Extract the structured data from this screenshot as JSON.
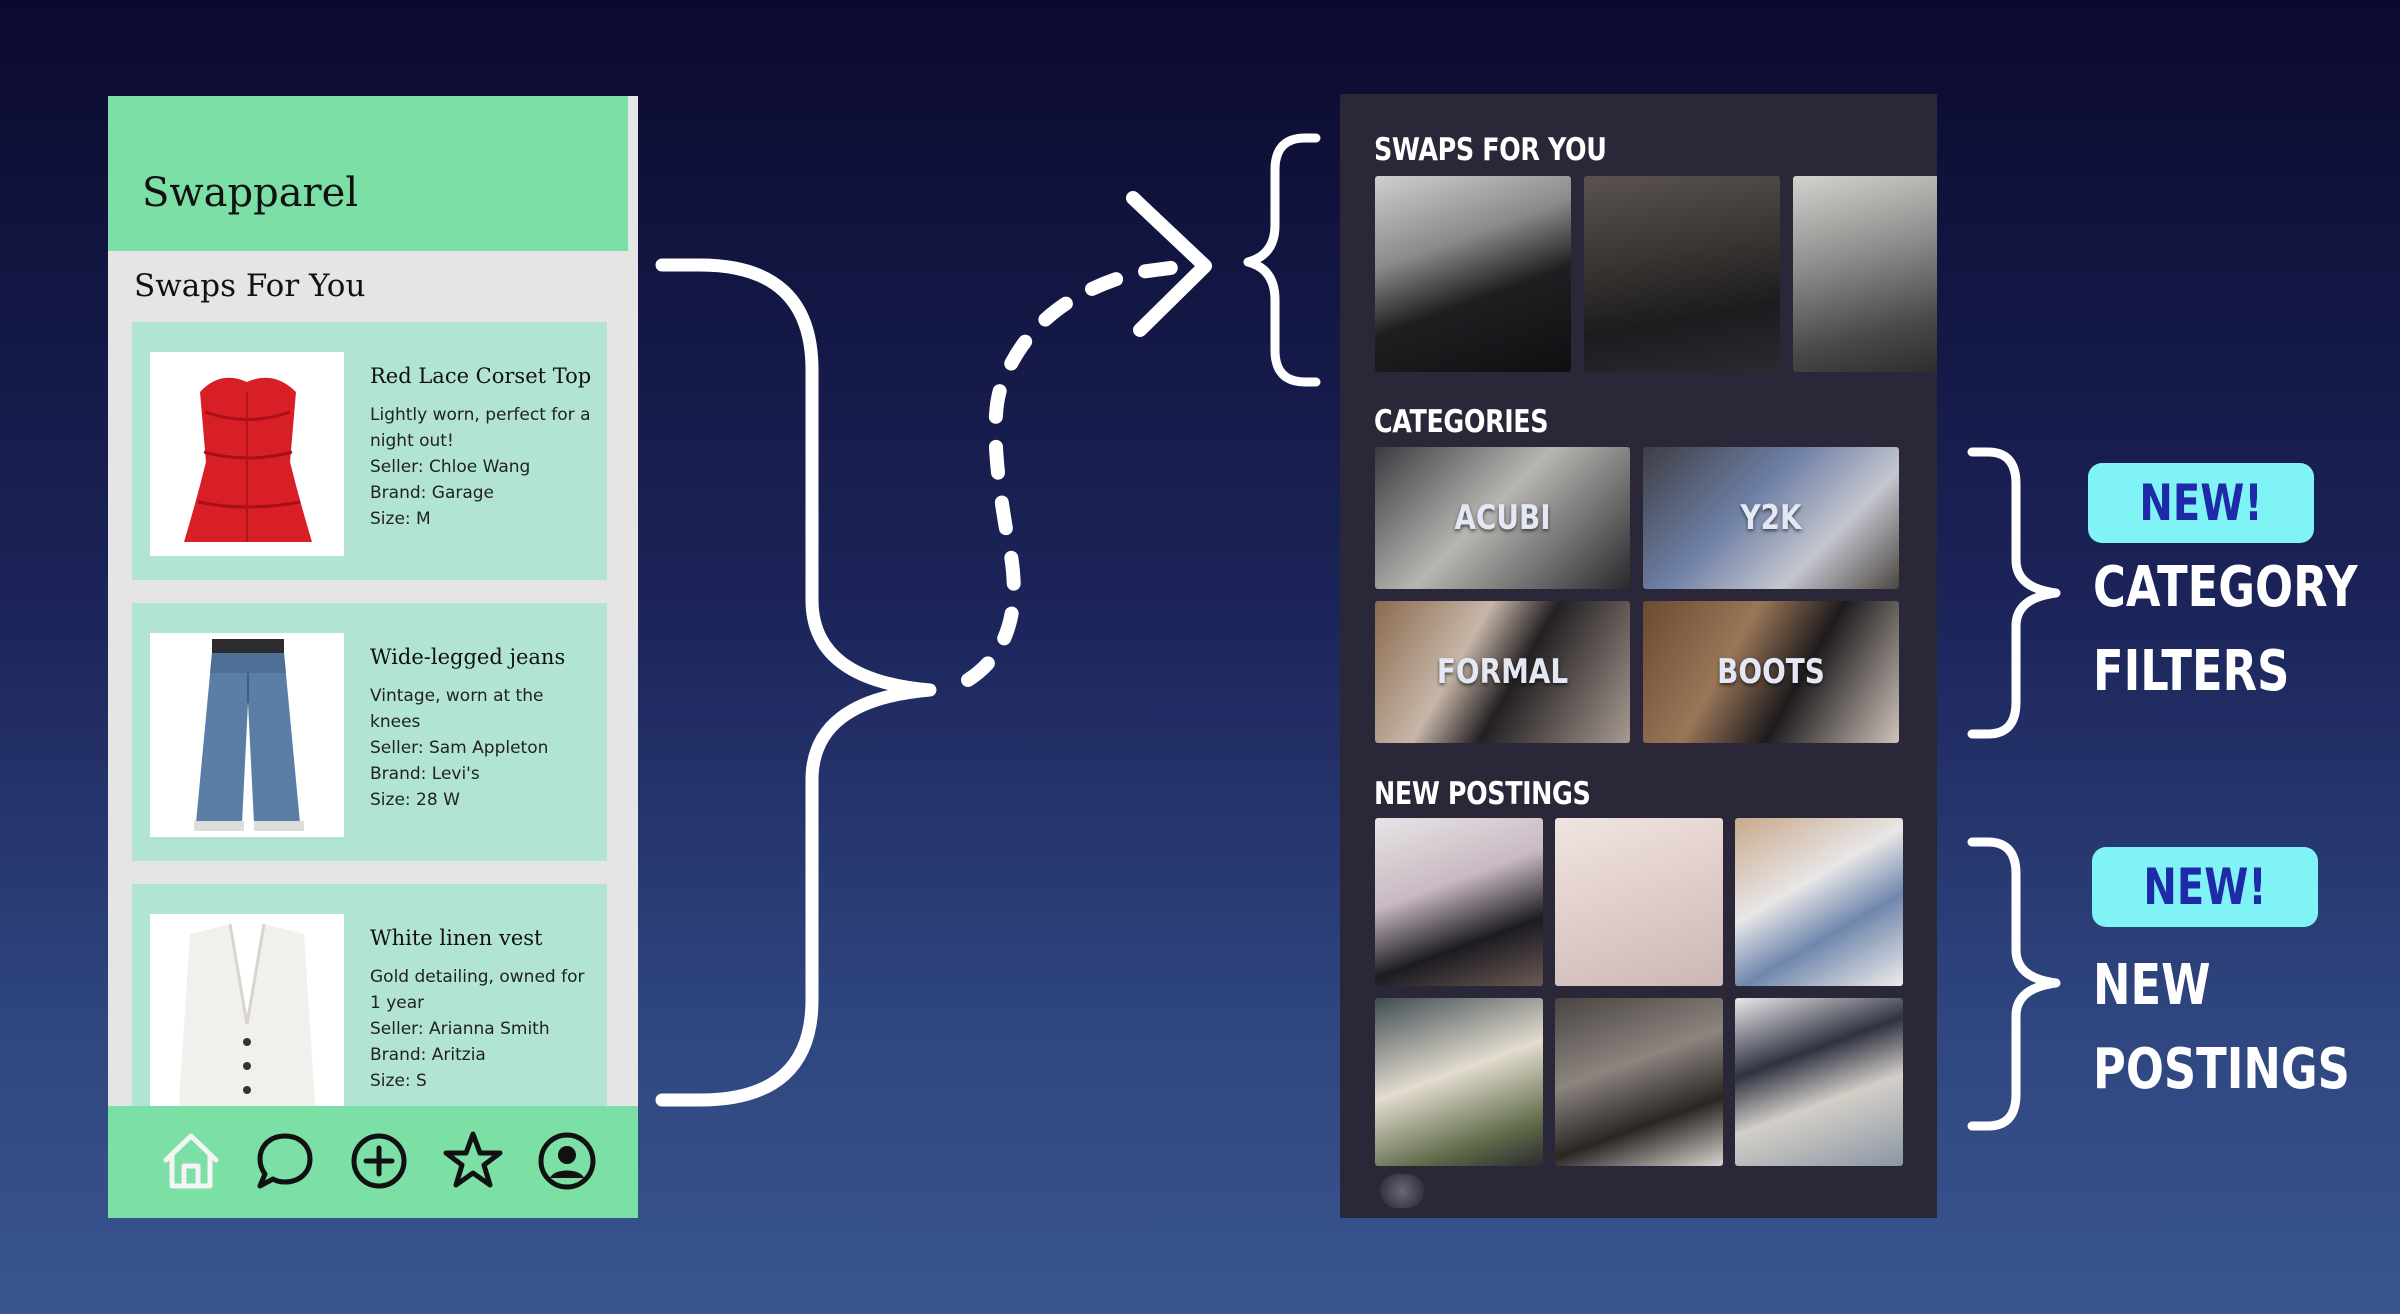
{
  "old_app": {
    "title": "Swapparel",
    "section_title": "Swaps For You",
    "listings": [
      {
        "name": "Red Lace Corset Top",
        "description": "Lightly worn, perfect for a night out!",
        "seller": "Seller: Chloe Wang",
        "brand": "Brand: Garage",
        "size": "Size: M"
      },
      {
        "name": "Wide-legged jeans",
        "description": "Vintage, worn at the knees",
        "seller": "Seller: Sam Appleton",
        "brand": "Brand: Levi's",
        "size": "Size: 28 W"
      },
      {
        "name": "White linen vest",
        "description": "Gold detailing, owned for 1 year",
        "seller": "Seller: Arianna Smith",
        "brand": "Brand: Aritzia",
        "size": "Size: S"
      }
    ],
    "nav": [
      {
        "icon": "home-icon"
      },
      {
        "icon": "chat-icon"
      },
      {
        "icon": "add-icon"
      },
      {
        "icon": "star-icon"
      },
      {
        "icon": "profile-icon"
      }
    ]
  },
  "new_app": {
    "swaps_title": "SWAPS FOR YOU",
    "categories_title": "CATEGORIES",
    "categories": [
      "ACUBI",
      "Y2K",
      "FORMAL",
      "BOOTS"
    ],
    "new_postings_title": "NEW POSTINGS"
  },
  "annotations": {
    "badge_1": "NEW!",
    "label_1_line1": "CATEGORY",
    "label_1_line2": "FILTERS",
    "badge_2": "NEW!",
    "label_2_line1": "NEW",
    "label_2_line2": "POSTINGS"
  },
  "colors": {
    "old_accent": "#7ce0a6",
    "old_card": "#b2e4d2",
    "new_background": "#2a2838",
    "badge": "#7ff3f6",
    "badge_text": "#1e2aa8"
  }
}
